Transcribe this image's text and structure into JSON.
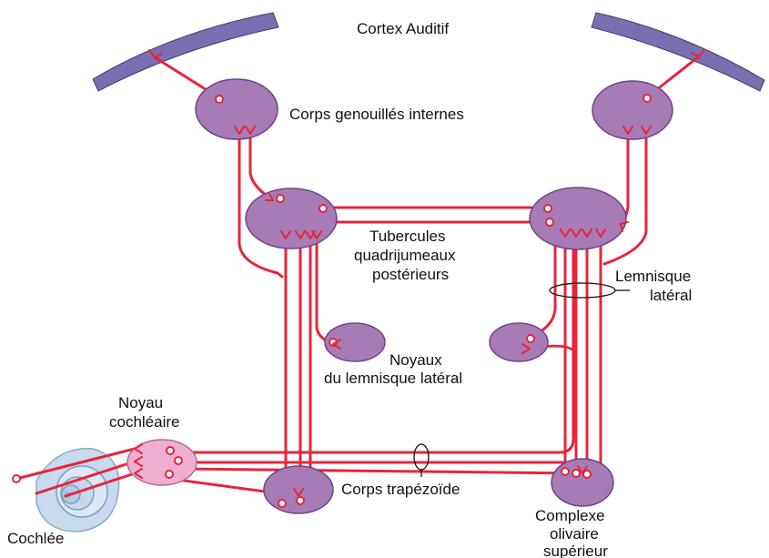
{
  "labels": {
    "cortex": "Cortex Auditif",
    "mgb": "Corps genouillés internes",
    "ic_1": "Tubercules",
    "ic_2": "quadrijumeaux",
    "ic_3": "postérieurs",
    "ll_1": "Lemnisque",
    "ll_2": "latéral",
    "nll_1": "Noyaux",
    "nll_2": "du lemnisque latéral",
    "cn_1": "Noyau",
    "cn_2": "cochléaire",
    "tb": "Corps trapézoïde",
    "so_1": "Complexe",
    "so_2": "olivaire",
    "so_3": "supérieur",
    "cochlea": "Cochlée"
  },
  "colors": {
    "pathway": "#e8243a",
    "nucleus": "#a77bb5",
    "nucleus_edge": "#6f4585",
    "cochlear_nucleus": "#eeaed0",
    "cortex": "#7a6fb0",
    "cortex_edge": "#3e3a6e",
    "cochlea": "#c8dbee",
    "text": "#111111"
  },
  "icons": {
    "cochlea": "spiral-cochlea-icon"
  }
}
